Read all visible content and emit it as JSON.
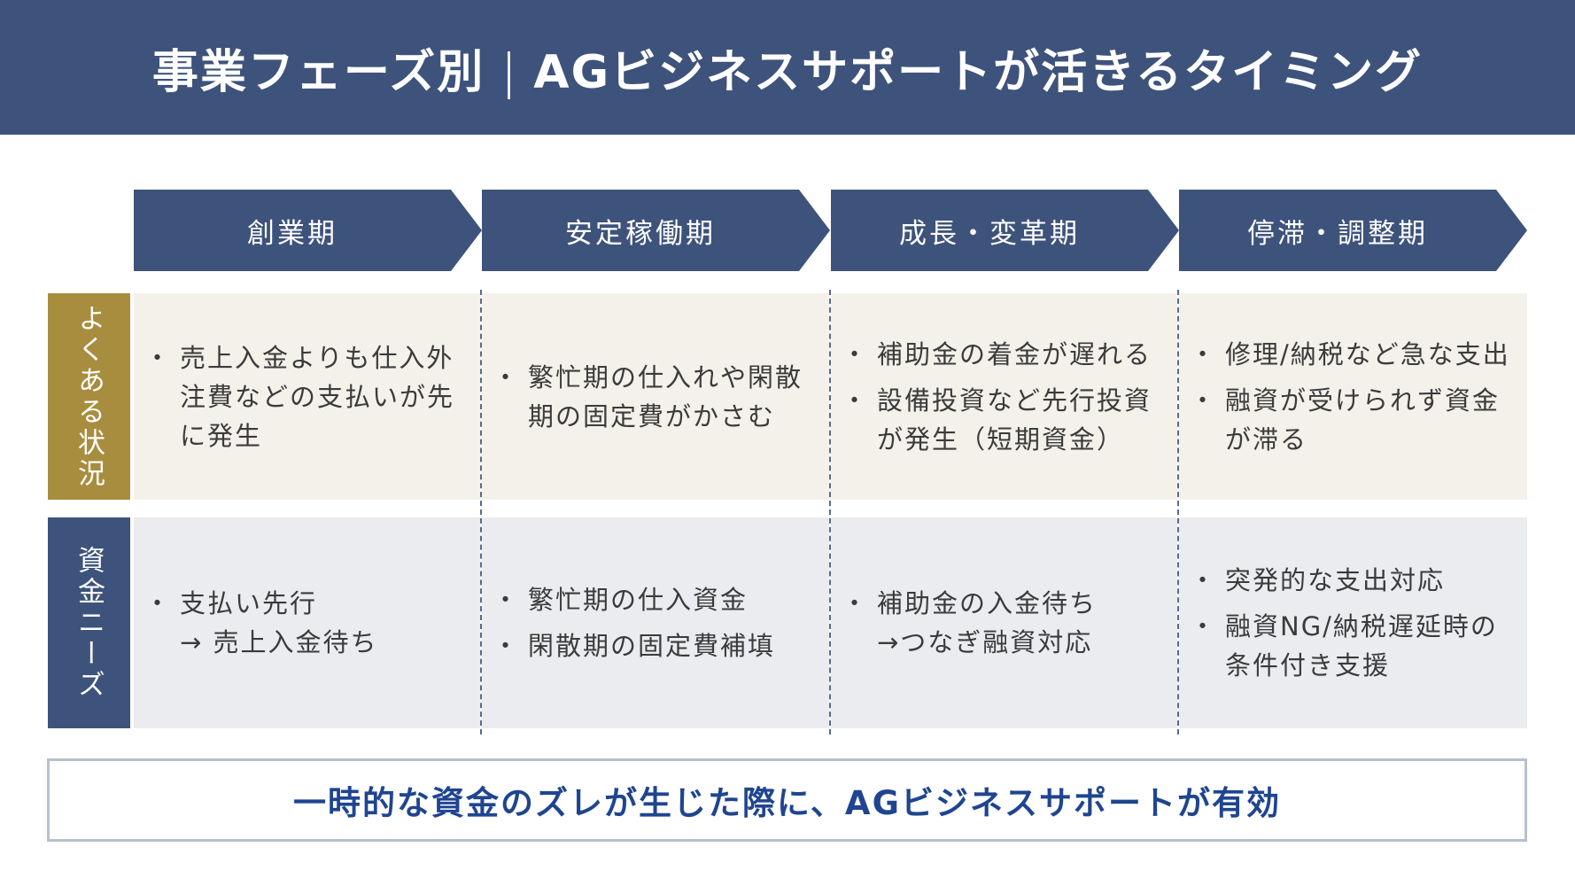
{
  "header": {
    "title_left": "事業フェーズ別",
    "title_right": "AGビジネスサポートが活きるタイミング"
  },
  "colors": {
    "navy": "#3e537b",
    "gold": "#a88d3e",
    "row1_bg": "#f3f1ea",
    "row2_bg": "#ebecf0",
    "accent_text": "#1f4590"
  },
  "phases": [
    {
      "label": "創業期"
    },
    {
      "label": "安定稼働期"
    },
    {
      "label": "成長・変革期"
    },
    {
      "label": "停滞・調整期"
    }
  ],
  "rows": [
    {
      "label": "よくある状況",
      "cells": [
        [
          "売上入金よりも仕入外注費などの支払いが先に発生"
        ],
        [
          "繁忙期の仕入れや閑散期の固定費がかさむ"
        ],
        [
          "補助金の着金が遅れる",
          "設備投資など先行投資が発生（短期資金）"
        ],
        [
          "修理/納税など急な支出",
          "融資が受けられず資金が滞る"
        ]
      ]
    },
    {
      "label": "資金ニーズ",
      "cells": [
        [
          "支払い先行\n→ 売上入金待ち"
        ],
        [
          "繁忙期の仕入資金",
          "閑散期の固定費補填"
        ],
        [
          "補助金の入金待ち\n→つなぎ融資対応"
        ],
        [
          "突発的な支出対応",
          "融資NG/納税遅延時の条件付き支援"
        ]
      ]
    }
  ],
  "footer": {
    "message": "一時的な資金のズレが生じた際に、AGビジネスサポートが有効"
  }
}
